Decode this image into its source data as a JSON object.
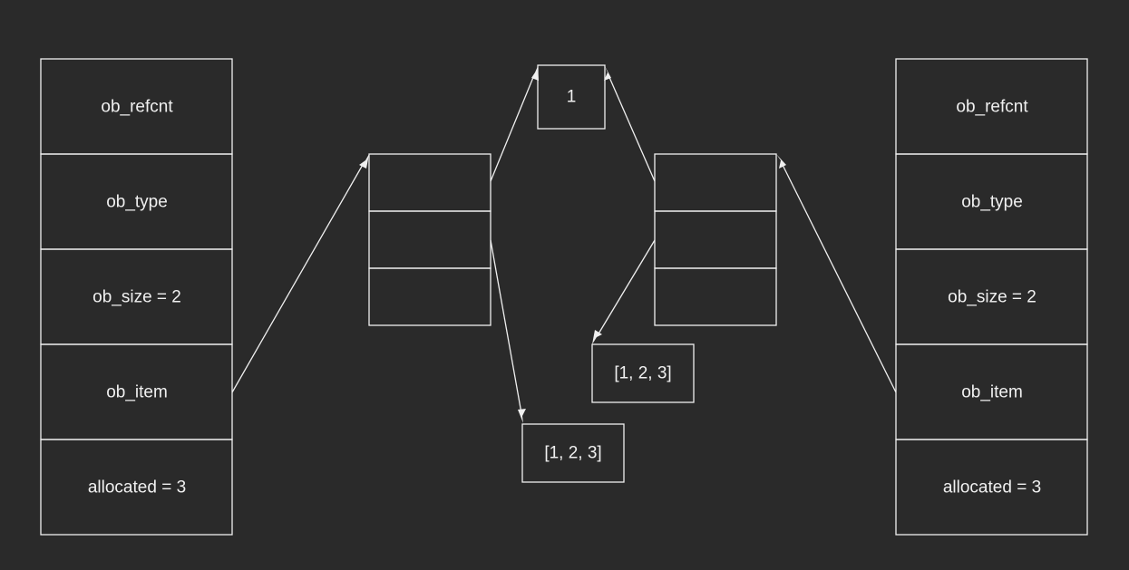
{
  "left_list_struct": {
    "fields": [
      "ob_refcnt",
      "ob_type",
      "ob_size = 2",
      "ob_item",
      "allocated = 3"
    ]
  },
  "right_list_struct": {
    "fields": [
      "ob_refcnt",
      "ob_type",
      "ob_size = 2",
      "ob_item",
      "allocated = 3"
    ]
  },
  "shared_int_object": {
    "label": "1"
  },
  "left_inner_list": {
    "label": "[1, 2, 3]"
  },
  "right_inner_list": {
    "label": "[1, 2, 3]"
  },
  "colors": {
    "background": "#2a2a2a",
    "stroke": "#f0f0f0",
    "text": "#f0f0f0"
  }
}
